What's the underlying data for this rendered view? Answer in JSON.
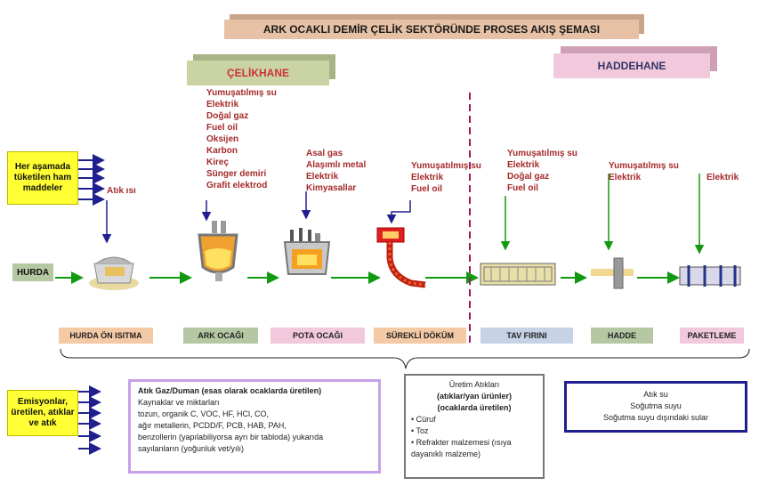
{
  "title": "ARK OCAKLI DEMİR ÇELİK SEKTÖRÜNDE PROSES AKIŞ ŞEMASI",
  "sections": {
    "celikhane": "ÇELİKHANE",
    "haddehane": "HADDEHANE"
  },
  "inputs_box": "Her aşamada tüketilen ham maddeler",
  "waste_heat": "Atık ısı",
  "hurda": "HURDA",
  "arc_inputs": [
    "Yumuşatılmış su",
    "Elektrik",
    "Doğal gaz",
    "Fuel oil",
    "Oksijen",
    "Karbon",
    "Kireç",
    "Sünger demiri",
    "Grafit elektrod"
  ],
  "ladle_inputs": [
    "Asal gas",
    "Alaşımlı metal",
    "Elektrik",
    "Kimyasallar"
  ],
  "casting_inputs": [
    "Yumuşatılmış su",
    "Elektrik",
    "Fuel oil"
  ],
  "furnace_inputs": [
    "Yumuşatılmış su",
    "Elektrik",
    "Doğal gaz",
    "Fuel oil"
  ],
  "rolling_inputs": [
    "Yumuşatılmış su",
    "Elektrik"
  ],
  "packing_inputs": [
    "Elektrik"
  ],
  "stages": [
    {
      "label": "HURDA ÖN ISITMA",
      "color": "#f4c9a6"
    },
    {
      "label": "ARK OCAĞI",
      "color": "#b6c7a4"
    },
    {
      "label": "POTA OCAĞI",
      "color": "#f2c9dc"
    },
    {
      "label": "SÜREKLİ DÖKÜM",
      "color": "#f4c9a6"
    },
    {
      "label": "TAV FIRINI",
      "color": "#c6d3e6"
    },
    {
      "label": "HADDE",
      "color": "#b6c7a4"
    },
    {
      "label": "PAKETLEME",
      "color": "#f2c9dc"
    }
  ],
  "emissions_box": "Emisyonlar, üretilen, atıklar ve atık",
  "gas_box": {
    "title": "Atık Gaz/Duman (esas olarak ocaklarda üretilen)",
    "lines": [
      "Kaynaklar ve miktarları",
      "tozun, organik C, VOC, HF, HCl, CO,",
      "ağır metallerin, PCDD/F, PCB, HAB, PAH,",
      "benzollerin (yapılabiliyorsa ayrı bir tabloda) yukarıda",
      "sayılanların (yoğunluk vet/yılı)"
    ]
  },
  "solid_box": {
    "title": "Üretim Atıkları",
    "subtitle": "(atıklar/yan ürünler)",
    "subtitle2": "(ocaklarda üretilen)",
    "items": [
      "• Cüruf",
      "• Toz",
      "• Refrakter malzemesi (ısıya dayanıklı malzeme)"
    ]
  },
  "water_box": {
    "title": "Atık su",
    "lines": [
      "Soğutma suyu",
      "Soğutma suyu dışındaki sular"
    ]
  }
}
